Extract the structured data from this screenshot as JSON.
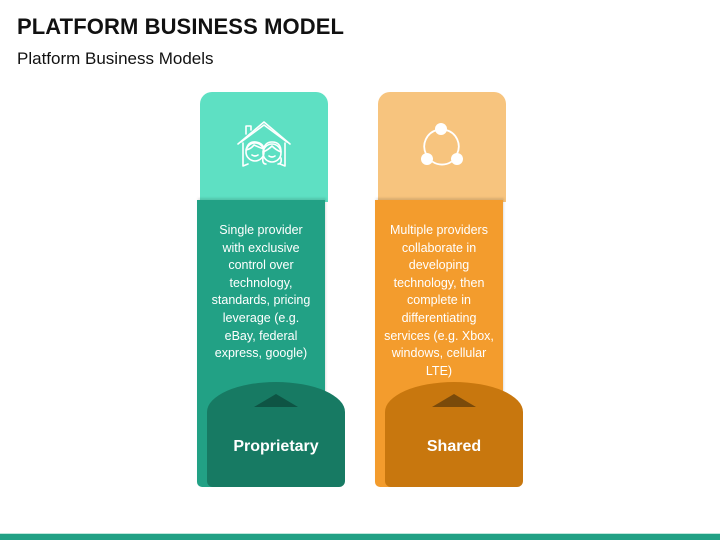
{
  "header": {
    "title": "PLATFORM BUSINESS MODEL",
    "subtitle": "Platform Business Models"
  },
  "columns": [
    {
      "id": "proprietary",
      "icon": "family-house-icon",
      "description": "Single provider with exclusive control over technology, standards, pricing leverage (e.g. eBay, federal express, google)",
      "description_lines": [
        "Single provider",
        "with exclusive",
        "control over",
        "technology,",
        "standards, pricing",
        "leverage (e.g.",
        "eBay, federal",
        "express, google)"
      ],
      "label": "Proprietary",
      "colors": {
        "top": "#5ee0c3",
        "body": "#22a185",
        "dome": "#177a63",
        "triangle": "#0e5444"
      }
    },
    {
      "id": "shared",
      "icon": "share-network-icon",
      "description": "Multiple providers collaborate in developing technology, then complete in differentiating services (e.g. Xbox, windows, cellular LTE)",
      "description_lines": [
        "Multiple providers",
        "collaborate in",
        "developing",
        "technology, then",
        "complete in",
        "differentiating",
        "services (e.g. Xbox,",
        "windows, cellular",
        "LTE)"
      ],
      "label": "Shared",
      "colors": {
        "top": "#f7c47e",
        "body": "#f39c2d",
        "dome": "#c8770e",
        "triangle": "#7a4a0a"
      }
    }
  ],
  "footer": {
    "bar_color": "#22a185"
  }
}
